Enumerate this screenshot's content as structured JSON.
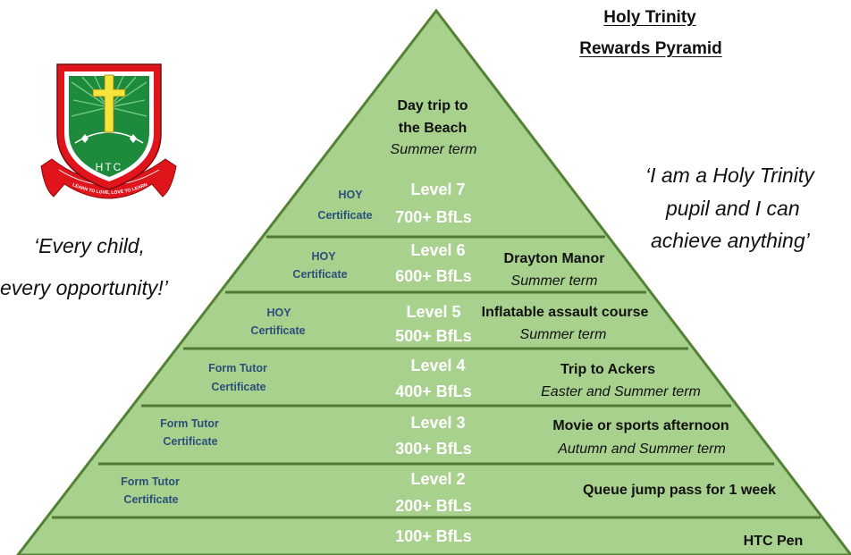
{
  "title": {
    "line1": "Holy Trinity",
    "line2": "Rewards Pyramid"
  },
  "logo": {
    "initials": "HTC",
    "motto": "LEARN TO LOVE, LOVE TO LEARN"
  },
  "quotes": {
    "left_line1": "‘Every child,",
    "left_line2": "every opportunity!’",
    "right_line1": "‘I am a Holy Trinity",
    "right_line2": "pupil and I can",
    "right_line3": "achieve anything’"
  },
  "colors": {
    "pyramid_fill": "#a9d18e",
    "pyramid_outline": "#548235",
    "certificate_text": "#2b4f7a",
    "logo_red": "#e0141b",
    "logo_green": "#1e8a3b",
    "logo_cross": "#f6e43a"
  },
  "top": {
    "line1": "Day trip to",
    "line2": "the Beach",
    "term": "Summer term"
  },
  "levels": {
    "level7": {
      "label": "Level 7",
      "bfls": "700+ BfLs",
      "cert1": "HOY",
      "cert2": "Certificate"
    },
    "level6": {
      "label": "Level 6",
      "bfls": "600+ BfLs",
      "cert1": "HOY",
      "cert2": "Certificate",
      "reward": "Drayton Manor",
      "term": "Summer term"
    },
    "level5": {
      "label": "Level 5",
      "bfls": "500+ BfLs",
      "cert1": "HOY",
      "cert2": "Certificate",
      "reward": "Inflatable assault course",
      "term": "Summer term"
    },
    "level4": {
      "label": "Level 4",
      "bfls": "400+ BfLs",
      "cert1": "Form Tutor",
      "cert2": "Certificate",
      "reward": "Trip to Ackers",
      "term": "Easter and Summer term"
    },
    "level3": {
      "label": "Level 3",
      "bfls": "300+ BfLs",
      "cert1": "Form Tutor",
      "cert2": "Certificate",
      "reward": "Movie or sports afternoon",
      "term": "Autumn and Summer term"
    },
    "level2": {
      "label": "Level 2",
      "bfls": "200+ BfLs",
      "cert1": "Form Tutor",
      "cert2": "Certificate",
      "reward": "Queue jump pass for 1 week"
    },
    "level1": {
      "bfls": "100+ BfLs",
      "reward": "HTC Pen"
    }
  }
}
